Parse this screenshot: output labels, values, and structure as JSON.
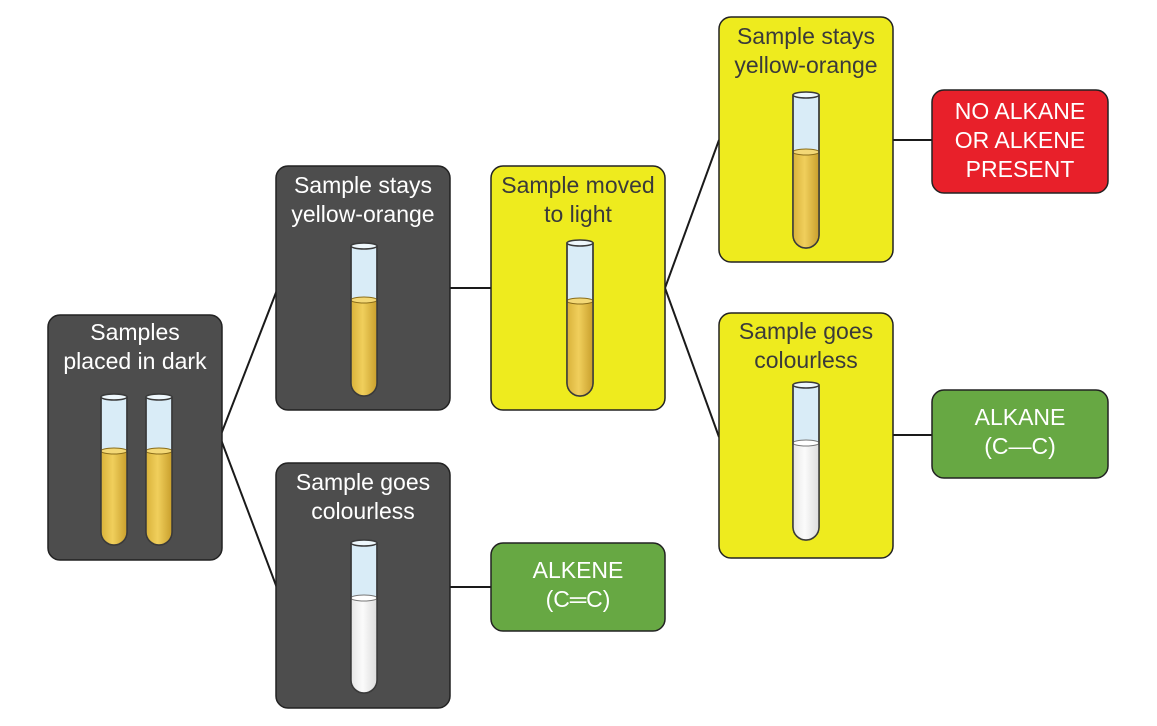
{
  "colors": {
    "dark_box": "#4d4d4d",
    "yellow_box": "#eeeb1e",
    "red_box": "#e8202a",
    "green_box": "#67a843",
    "tube_glass": "#d9ecf7",
    "tube_outline": "#3a3a3a",
    "liquid_yellow_orange": "#e5c24a",
    "liquid_colourless": "#f2f2f2",
    "connector": "#1a1a1a"
  },
  "nodes": {
    "start": {
      "label_lines": [
        "Samples",
        "placed in dark"
      ]
    },
    "dark_yellow": {
      "label_lines": [
        "Sample stays",
        "yellow-orange"
      ]
    },
    "dark_colourless": {
      "label_lines": [
        "Sample goes",
        "colourless"
      ]
    },
    "moved_light": {
      "label_lines": [
        "Sample moved",
        "to light"
      ]
    },
    "light_yellow": {
      "label_lines": [
        "Sample stays",
        "yellow-orange"
      ]
    },
    "light_colourless": {
      "label_lines": [
        "Sample goes",
        "colourless"
      ]
    },
    "result_none": {
      "label_lines": [
        "NO ALKANE",
        "OR ALKENE",
        "PRESENT"
      ]
    },
    "result_alkene": {
      "label_lines": [
        "ALKENE",
        "(C═C)"
      ]
    },
    "result_alkane": {
      "label_lines": [
        "ALKANE",
        "(C—C)"
      ]
    }
  }
}
